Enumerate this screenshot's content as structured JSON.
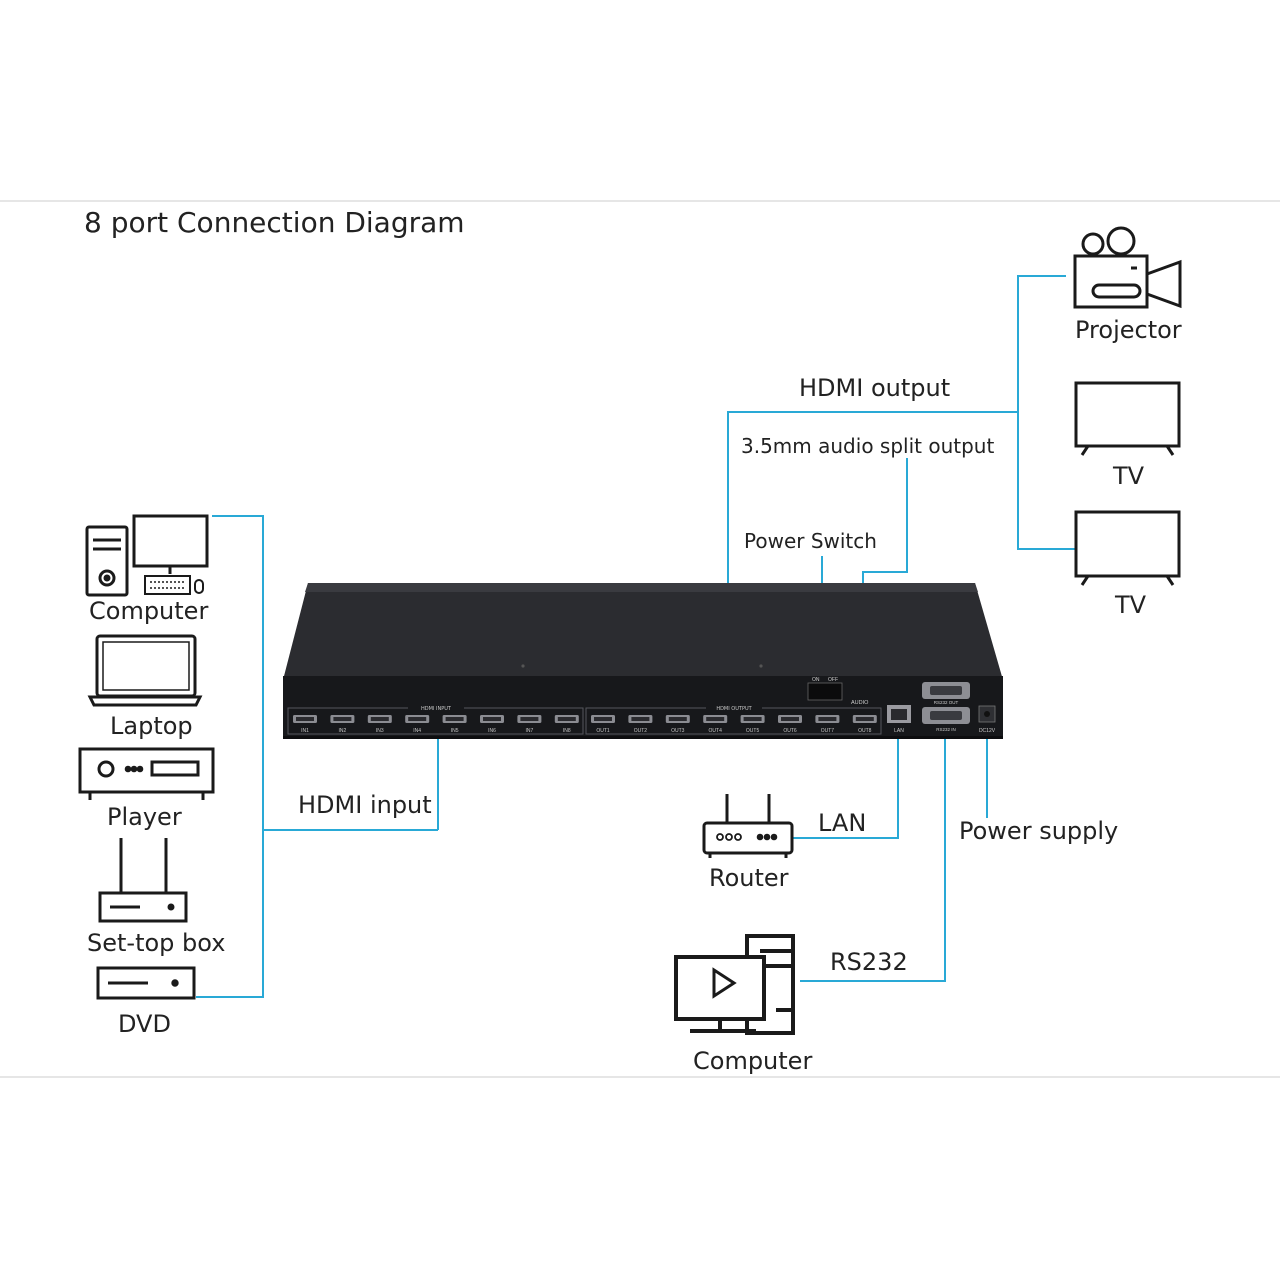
{
  "title": "8 port Connection Diagram",
  "sources": {
    "computer": "Computer",
    "laptop": "Laptop",
    "player": "Player",
    "settop": "Set-top box",
    "dvd": "DVD"
  },
  "displays": {
    "projector": "Projector",
    "tv1": "TV",
    "tv2": "TV"
  },
  "connections": {
    "hdmi_input": "HDMI input",
    "hdmi_output": "HDMI output",
    "audio_split": "3.5mm audio split output",
    "power_switch": "Power Switch",
    "lan": "LAN",
    "router": "Router",
    "power_supply": "Power supply",
    "rs232": "RS232",
    "control_computer": "Computer"
  },
  "device_panel": {
    "hdmi_input_label": "HDMI INPUT",
    "hdmi_output_label": "HDMI OUTPUT",
    "inputs": [
      "IN1",
      "IN2",
      "IN3",
      "IN4",
      "IN5",
      "IN6",
      "IN7",
      "IN8"
    ],
    "outputs": [
      "OUT1",
      "OUT2",
      "OUT3",
      "OUT4",
      "OUT5",
      "OUT6",
      "OUT7",
      "OUT8"
    ],
    "switch_on": "ON",
    "switch_off": "OFF",
    "audio": "AUDIO",
    "lan": "LAN",
    "rs232_out": "RS232 OUT",
    "rs232_in": "RS232 IN",
    "dc": "DC12V"
  },
  "colors": {
    "line": "#29a9d6",
    "device": "#1c1d20",
    "device_top": "#2a2b2f",
    "icon": "#1a1a1a"
  }
}
